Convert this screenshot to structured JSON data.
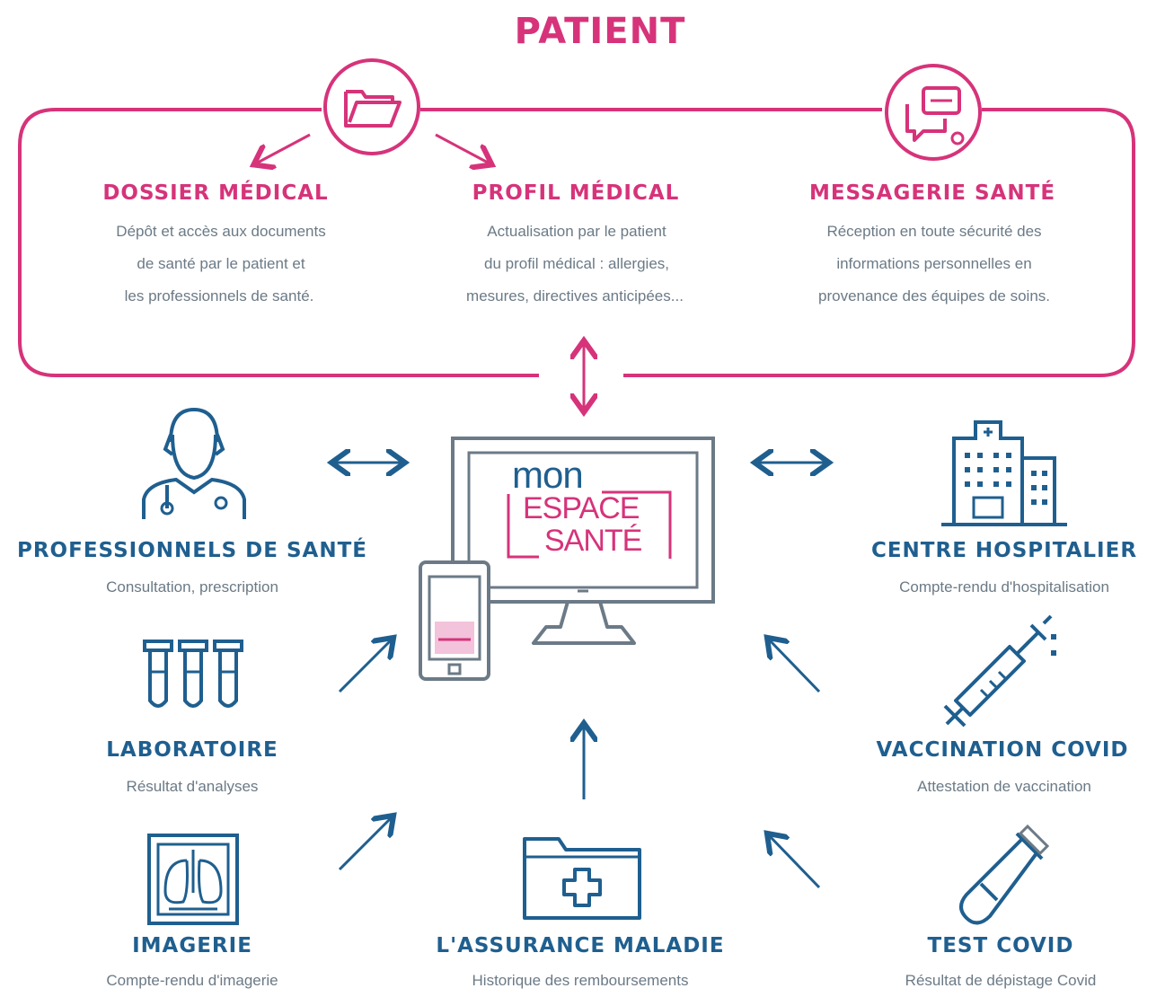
{
  "header": {
    "title": "PATIENT"
  },
  "patient_features": [
    {
      "title": "DOSSIER MÉDICAL",
      "lines": [
        "Dépôt et accès aux documents",
        "de santé par le patient et",
        "les professionnels de santé."
      ]
    },
    {
      "title": "PROFIL MÉDICAL",
      "lines": [
        "Actualisation par le patient",
        "du profil médical : allergies,",
        "mesures, directives anticipées..."
      ]
    },
    {
      "title": "MESSAGERIE SANTÉ",
      "lines": [
        "Réception en toute sécurité des",
        "informations personnelles en",
        "provenance des équipes de soins."
      ]
    }
  ],
  "logo": {
    "line1": "mon",
    "line2": "ESPACE",
    "line3": "SANTÉ"
  },
  "actors": {
    "professionnels": {
      "title": "PROFESSIONNELS DE SANTÉ",
      "desc": "Consultation, prescription"
    },
    "hospitalier": {
      "title": "CENTRE HOSPITALIER",
      "desc": "Compte-rendu d'hospitalisation"
    },
    "laboratoire": {
      "title": "LABORATOIRE",
      "desc": "Résultat d'analyses"
    },
    "vaccination": {
      "title": "VACCINATION COVID",
      "desc": "Attestation de vaccination"
    },
    "imagerie": {
      "title": "IMAGERIE",
      "desc": "Compte-rendu d'imagerie"
    },
    "assurance": {
      "title": "L'ASSURANCE MALADIE",
      "desc": "Historique des remboursements"
    },
    "test": {
      "title": "TEST COVID",
      "desc": "Résultat de dépistage Covid"
    }
  },
  "colors": {
    "pink": "#d6337a",
    "blue": "#1f5f8f",
    "grey": "#6b7a86"
  },
  "icons": [
    "folder-icon",
    "chat-icon",
    "doctor-icon",
    "hospital-icon",
    "test-tubes-icon",
    "syringe-icon",
    "xray-icon",
    "medical-folder-icon",
    "test-tube-icon",
    "computer-icon",
    "tablet-icon"
  ]
}
